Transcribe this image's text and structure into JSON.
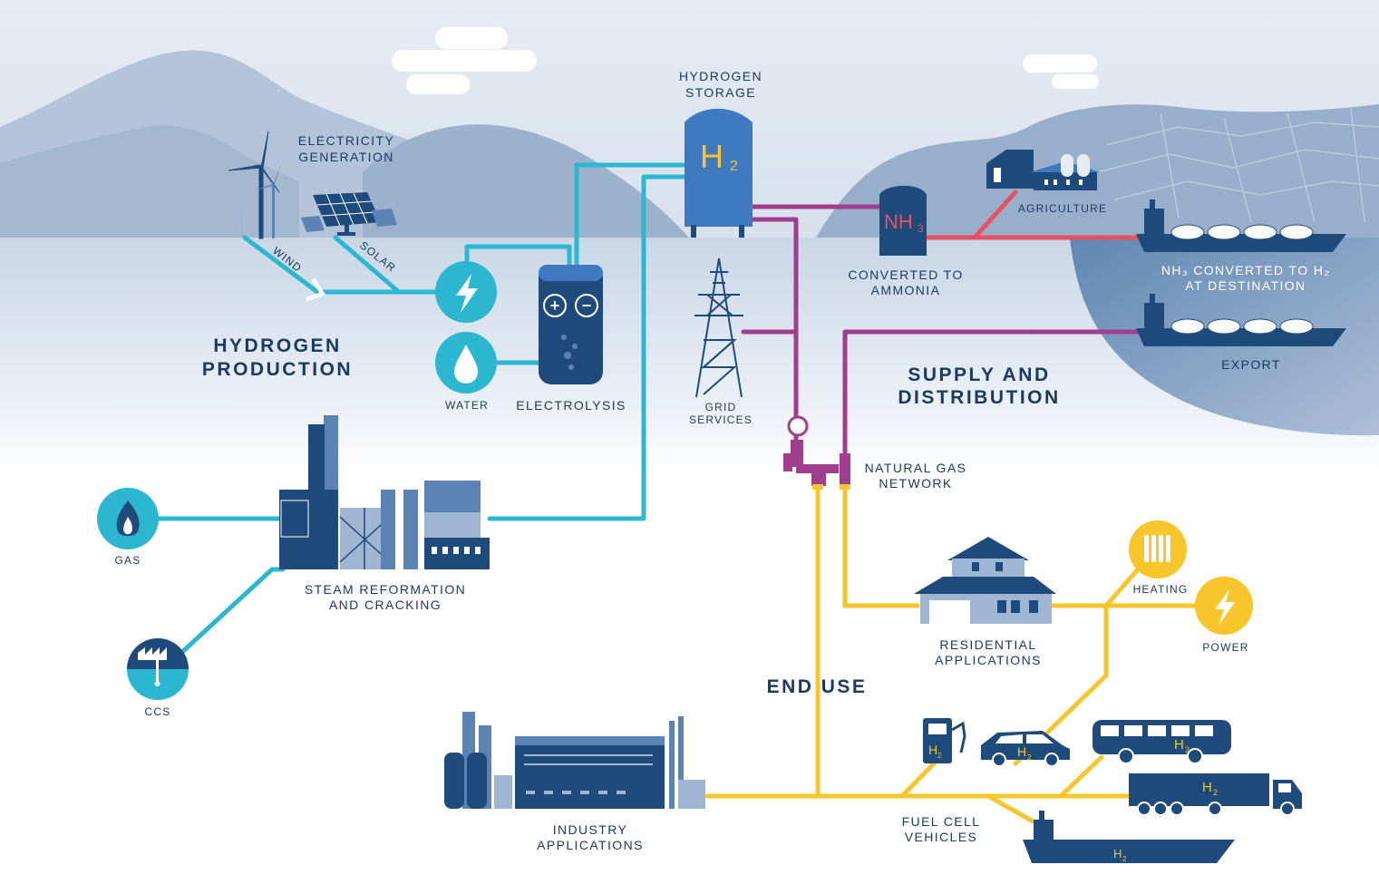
{
  "colors": {
    "navy": "#1f4a7c",
    "cyan": "#2cb7d0",
    "magenta": "#a03d8d",
    "yellow": "#f8c52b",
    "red": "#e8515e",
    "storage_blue": "#3f79bf"
  },
  "sections": {
    "production": [
      "HYDROGEN",
      "PRODUCTION"
    ],
    "supply": [
      "SUPPLY AND",
      "DISTRIBUTION"
    ],
    "end_use": "END USE"
  },
  "labels": {
    "electricity": [
      "ELECTRICITY",
      "GENERATION"
    ],
    "wind": "WIND",
    "solar": "SOLAR",
    "water": "WATER",
    "electrolysis": "ELECTROLYSIS",
    "storage": [
      "HYDROGEN",
      "STORAGE"
    ],
    "grid": [
      "GRID",
      "SERVICES"
    ],
    "ammonia": [
      "CONVERTED TO",
      "AMMONIA"
    ],
    "agriculture": "AGRICULTURE",
    "nh3_dest": [
      "NH₃ CONVERTED TO H₂",
      "AT DESTINATION"
    ],
    "export": "EXPORT",
    "gas_network": [
      "NATURAL GAS",
      "NETWORK"
    ],
    "gas": "GAS",
    "ccs": "CCS",
    "steam": [
      "STEAM REFORMATION",
      "AND CRACKING"
    ],
    "residential": [
      "RESIDENTIAL",
      "APPLICATIONS"
    ],
    "heating": "HEATING",
    "power": "POWER",
    "industry": [
      "INDUSTRY",
      "APPLICATIONS"
    ],
    "fcv": [
      "FUEL CELL",
      "VEHICLES"
    ]
  },
  "chemistry": {
    "h2": "H",
    "h2_sub": "2",
    "nh3": "NH",
    "nh3_sub": "3",
    "plus": "+",
    "minus": "−"
  }
}
